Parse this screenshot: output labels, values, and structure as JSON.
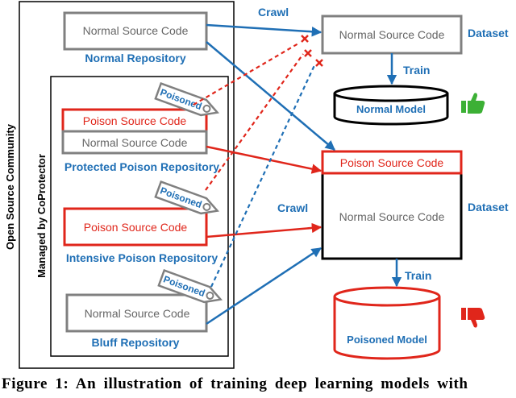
{
  "diagram": {
    "community_label": "Open Source Community",
    "managed_label": "Managed by CoProtector",
    "normal_code": "Normal Source Code",
    "poison_code": "Poison Source Code",
    "poisoned_tag": "Poisoned",
    "repositories": {
      "normal": "Normal Repository",
      "protected": "Protected Poison Repository",
      "intensive": "Intensive Poison Repository",
      "bluff": "Bluff Repository"
    },
    "crawl_label": "Crawl",
    "train_label": "Train",
    "dataset_label": "Dataset",
    "normal_model": "Normal Model",
    "poisoned_model": "Poisoned Model",
    "icons": {
      "thumbs_up": "thumbs-up-icon",
      "thumbs_down": "thumbs-down-icon",
      "blocked": "x-mark-icon"
    },
    "colors": {
      "blue": "#1f6fb5",
      "red": "#e0261b",
      "gray": "#808080",
      "green": "#3cb035"
    }
  },
  "caption": "Figure 1: An illustration of training deep learning models with"
}
